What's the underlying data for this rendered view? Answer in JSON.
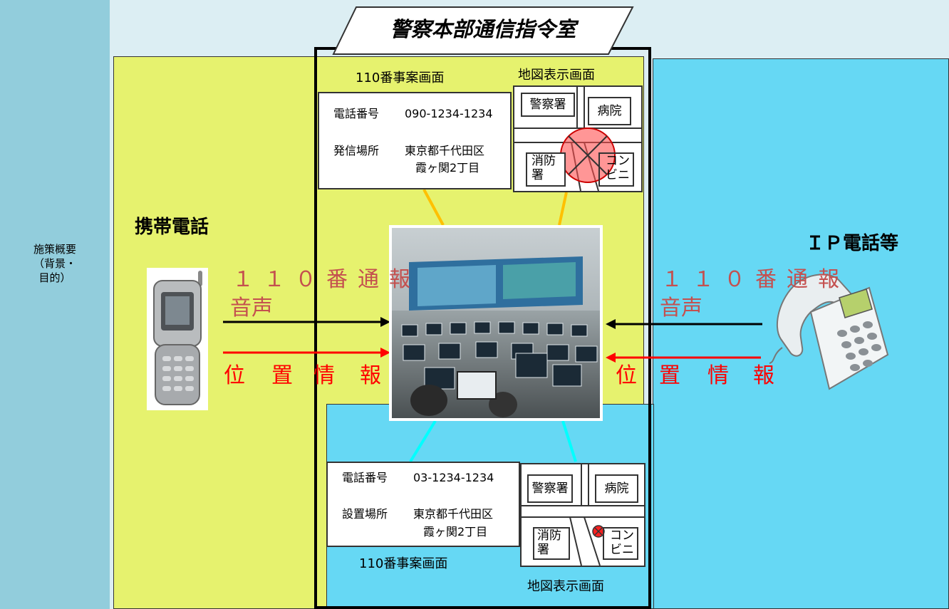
{
  "sidebar": {
    "label_lines": [
      "施策概要",
      "（背景・",
      "目的）"
    ]
  },
  "title": "警察本部通信指令室",
  "mobile": {
    "heading": "携帯電話",
    "report": "１１０番通報",
    "voice": "音声",
    "position": [
      "位",
      "置",
      "情",
      "報"
    ]
  },
  "ip": {
    "heading": "ＩＰ電話等",
    "report": "１１０番通報",
    "voice": "音声",
    "position": [
      "位",
      "置",
      "情",
      "報"
    ]
  },
  "top_case": {
    "caption": "110番事案画面",
    "phone_label": "電話番号",
    "phone_value": "090-1234-1234",
    "place_label": "発信場所",
    "place_value_1": "東京都千代田区",
    "place_value_2": "霞ヶ関2丁目"
  },
  "top_map": {
    "caption": "地図表示画面",
    "police": "警察署",
    "hospital": "病院",
    "fire": [
      "消防",
      "署"
    ],
    "store": [
      "コン",
      "ビニ"
    ]
  },
  "bottom_case": {
    "caption": "110番事案画面",
    "phone_label": "電話番号",
    "phone_value": "03-1234-1234",
    "place_label": "設置場所",
    "place_value_1": "東京都千代田区",
    "place_value_2": "霞ヶ関2丁目"
  },
  "bottom_map": {
    "caption": "地図表示画面",
    "police": "警察署",
    "hospital": "病院",
    "fire": [
      "消防",
      "署"
    ],
    "store": [
      "コン",
      "ビニ"
    ]
  },
  "colors": {
    "sidebar": "#92cddc",
    "yellow_panel": "#e6f26e",
    "cyan_panel": "#66d8f4",
    "red_text": "#c4504f",
    "arrow_red": "#ff0000",
    "connector_yellow": "#ffc000",
    "connector_cyan": "#00ffff"
  }
}
